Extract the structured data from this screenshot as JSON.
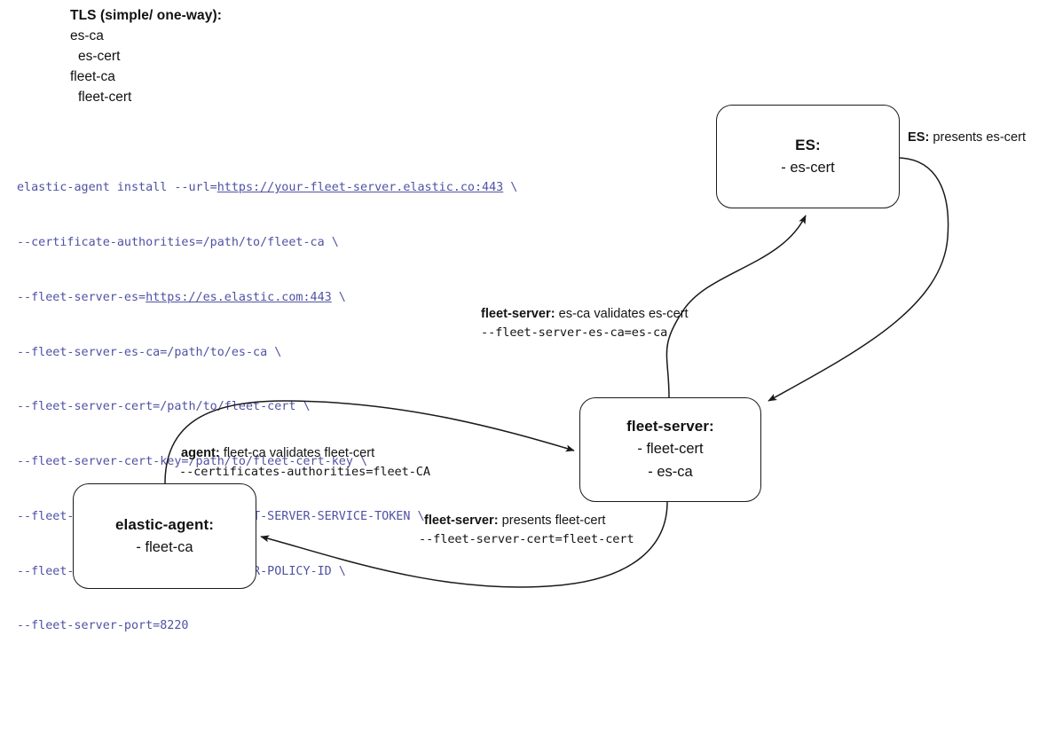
{
  "legend": {
    "title": "TLS (simple/ one-way):",
    "lines": [
      {
        "text": "es-ca",
        "indent": false
      },
      {
        "text": "es-cert",
        "indent": true
      },
      {
        "text": "fleet-ca",
        "indent": false
      },
      {
        "text": "fleet-cert",
        "indent": true
      }
    ]
  },
  "command": {
    "lines": [
      [
        {
          "text": "elastic-agent install --url=",
          "link": false
        },
        {
          "text": "https://your-fleet-server.elastic.co:443",
          "link": true
        },
        {
          "text": " \\",
          "link": false
        }
      ],
      [
        {
          "text": "--certificate-authorities=/path/to/fleet-ca \\",
          "link": false
        }
      ],
      [
        {
          "text": "--fleet-server-es=",
          "link": false
        },
        {
          "text": "https://es.elastic.com:443",
          "link": true
        },
        {
          "text": " \\",
          "link": false
        }
      ],
      [
        {
          "text": "--fleet-server-es-ca=/path/to/es-ca \\",
          "link": false
        }
      ],
      [
        {
          "text": "--fleet-server-cert=/path/to/fleet-cert \\",
          "link": false
        }
      ],
      [
        {
          "text": "--fleet-server-cert-key=/path/to/fleet-cert-key \\",
          "link": false
        }
      ],
      [
        {
          "text": "--fleet-server-service-token=FLEET-SERVER-SERVICE-TOKEN \\",
          "link": false
        }
      ],
      [
        {
          "text": "--fleet-server-policy=FLEET-SERVER-POLICY-ID \\",
          "link": false
        }
      ],
      [
        {
          "text": "--fleet-server-port=8220",
          "link": false
        }
      ]
    ],
    "color": "#4f52a3"
  },
  "nodes": {
    "es": {
      "title": "ES:",
      "items": [
        "- es-cert"
      ]
    },
    "fleet_server": {
      "title": "fleet-server:",
      "items": [
        "- fleet-cert",
        "- es-ca"
      ]
    },
    "elastic_agent": {
      "title": "elastic-agent:",
      "items": [
        "- fleet-ca"
      ]
    }
  },
  "edge_labels": {
    "es_presents": {
      "actor": "ES:",
      "text": " presents es-cert"
    },
    "fleet_validates": {
      "actor": "fleet-server:",
      "text": " es-ca validates es-cert",
      "flag": "--fleet-server-es-ca=es-ca"
    },
    "agent_validates": {
      "actor": "agent:",
      "text": " fleet-ca validates fleet-cert",
      "flag": "--certificates-authorities=fleet-CA"
    },
    "fleet_presents": {
      "actor": "fleet-server:",
      "text": " presents fleet-cert",
      "flag": "--fleet-server-cert=fleet-cert"
    }
  },
  "colors": {
    "stroke": "#1a1a1a",
    "command_text": "#4f52a3",
    "background": "#ffffff"
  }
}
